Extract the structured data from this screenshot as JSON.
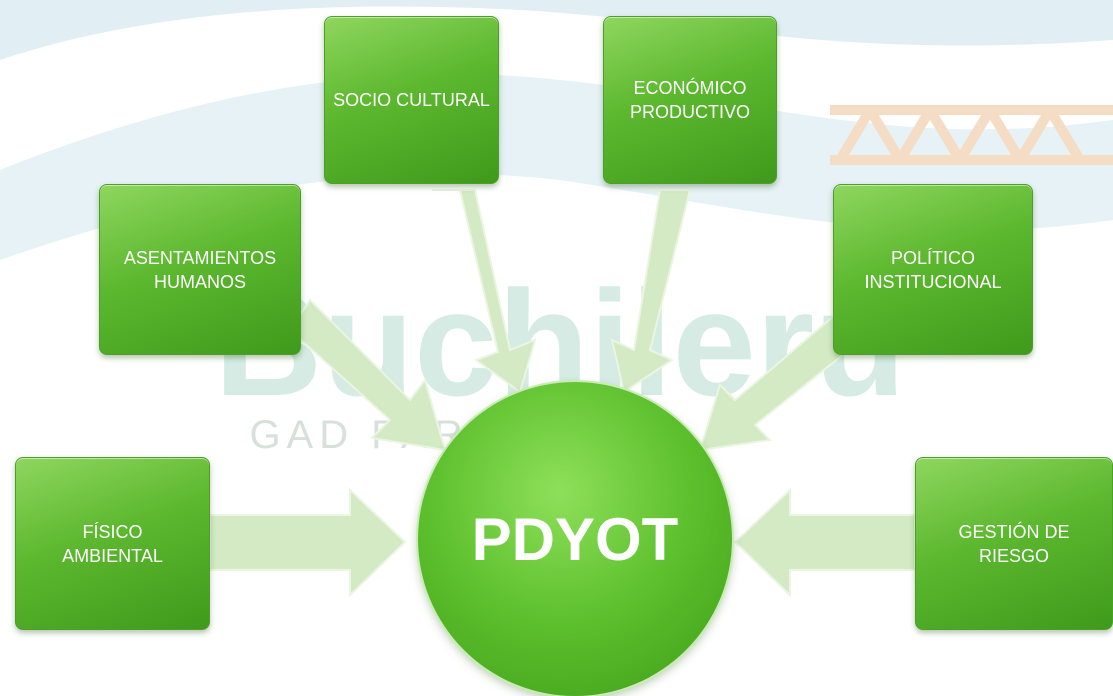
{
  "center_label": "PDYOT",
  "nodes": {
    "socio": "SOCIO CULTURAL",
    "economico": "ECONÓMICO\nPRODUCTIVO",
    "asentamientos": "ASENTAMIENTOS\nHUMANOS",
    "politico": "POLÍTICO\nINSTITUCIONAL",
    "fisico": "FÍSICO\nAMBIENTAL",
    "gestion": "GESTIÓN DE\nRIESGO"
  },
  "watermark": {
    "text_main": "Buchileru",
    "text_sub": "GAD PARROQUIAL"
  },
  "colors": {
    "box_green": "#5cb82e",
    "arrow_green": "#cfe8c0",
    "wave_blue": "#cfe6ee",
    "center_green": "#5cbf2c"
  }
}
